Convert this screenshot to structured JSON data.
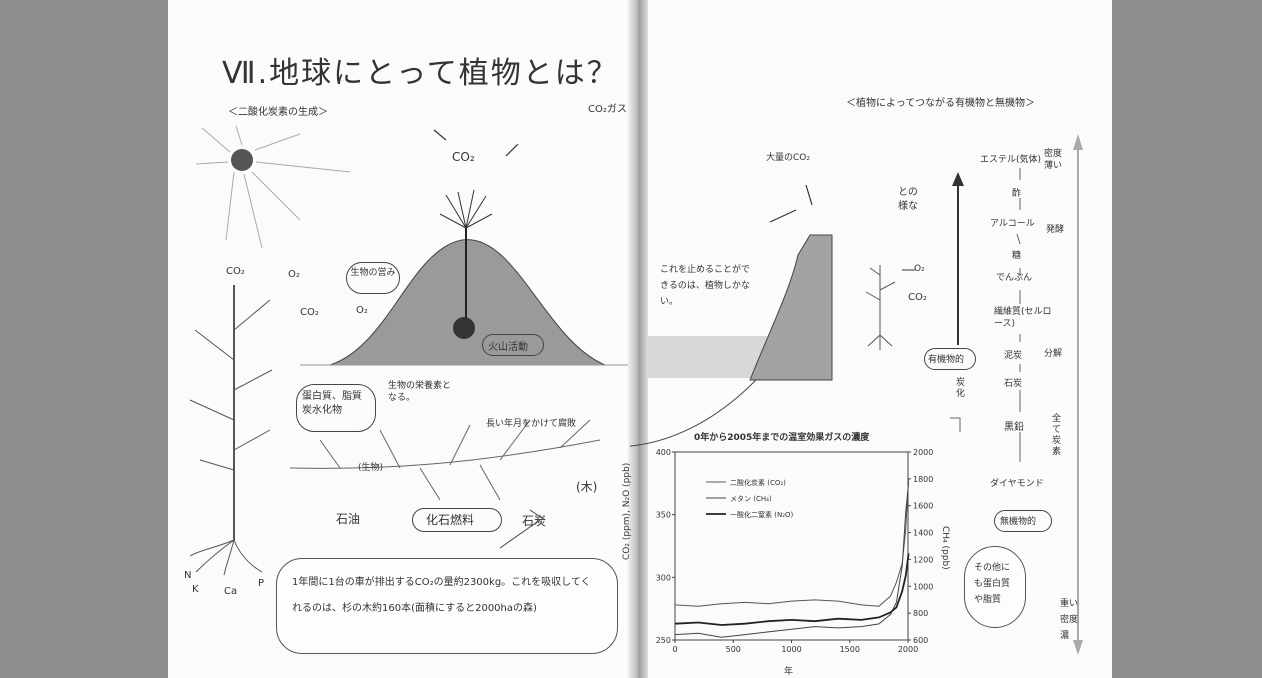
{
  "left_page": {
    "title": "Ⅶ.地球にとって植物とは？",
    "section_label": "＜二酸化炭素の生成＞",
    "co2_top": "CO₂",
    "tree_co2": "CO₂",
    "tree_o2": "O₂",
    "animal_co2": "CO₂",
    "animal_o2": "O₂",
    "organism_activity": "生物の営み",
    "volcano": "火山活動",
    "nutrients_box": "蛋白質、脂質炭水化物",
    "nutrients_caption": "生物の栄養素となる。",
    "decomp": "長い年月をかけて腐敗",
    "organisms": "(生物)",
    "wood": "(木)",
    "oil": "石油",
    "fossil_fuel": "化石燃料",
    "coal": "石炭",
    "minerals": [
      "N",
      "K",
      "Ca",
      "P"
    ],
    "car_note": "1年間に1台の車が排出するCO₂の量約2300kg。これを吸収してくれるのは、杉の木約160本(面積にすると2000haの森)"
  },
  "right_page": {
    "gas_label": "CO₂ガス",
    "heading": "＜植物によってつながる有機物と無機物＞",
    "factory_co2": "大量のCO₂",
    "stop_note": "これを止めることができるのは、植物しかない。",
    "plant_note": "との様な",
    "plant_o2": "O₂",
    "plant_co2": "CO₂",
    "chain": [
      "エステル(気体)",
      "酢",
      "アルコール",
      "糖",
      "でんぷん",
      "繊維質(セルロース)",
      "泥炭",
      "石炭",
      "黒鉛",
      "ダイヤモンド"
    ],
    "density_low": "密度 薄い",
    "density_high": "重い 密度 濃",
    "fermentation": "発酵",
    "decomposition": "分解",
    "all_carbon": "全て炭素",
    "organic": "有機物的",
    "carbonization": "炭化",
    "inorganic": "無機物的",
    "other_note": "その他にも蛋白質や脂質"
  },
  "chart_data": {
    "type": "line",
    "title": "0年から2005年までの温室効果ガスの濃度",
    "xlabel": "年",
    "ylabel_left": "CO₂ (ppm), N₂O (ppb)",
    "ylabel_right": "CH₄ (ppb)",
    "xlim": [
      0,
      2000
    ],
    "ylim_left": [
      250,
      400
    ],
    "ylim_right": [
      600,
      2000
    ],
    "x_ticks": [
      "0",
      "500",
      "1000",
      "1500",
      "2000"
    ],
    "y_ticks_left": [
      "250",
      "300",
      "350",
      "400"
    ],
    "y_ticks_right": [
      "600",
      "800",
      "1000",
      "1200",
      "1400",
      "1600",
      "1800",
      "2000"
    ],
    "legend": [
      {
        "name": "二酸化炭素 (CO₂)"
      },
      {
        "name": "メタン (CH₄)"
      },
      {
        "name": "一酸化二窒素 (N₂O)"
      }
    ],
    "series": [
      {
        "name": "二酸化炭素 (CO₂)",
        "x": [
          0,
          200,
          400,
          600,
          800,
          1000,
          1200,
          1400,
          1600,
          1750,
          1850,
          1900,
          1950,
          1980,
          2005
        ],
        "y": [
          278,
          277,
          279,
          280,
          279,
          281,
          282,
          281,
          278,
          277,
          285,
          296,
          311,
          338,
          379
        ]
      },
      {
        "name": "メタン (CH₄)",
        "x": [
          0,
          200,
          400,
          600,
          800,
          1000,
          1200,
          1400,
          1600,
          1750,
          1850,
          1900,
          1950,
          1980,
          2005
        ],
        "y": [
          640,
          650,
          620,
          640,
          660,
          680,
          700,
          690,
          700,
          720,
          790,
          880,
          1150,
          1550,
          1774
        ]
      },
      {
        "name": "一酸化二窒素 (N₂O)",
        "x": [
          0,
          200,
          400,
          600,
          800,
          1000,
          1200,
          1400,
          1600,
          1750,
          1850,
          1900,
          1950,
          1980,
          2005
        ],
        "y": [
          263,
          264,
          262,
          263,
          265,
          266,
          265,
          267,
          266,
          268,
          272,
          276,
          289,
          301,
          319
        ]
      }
    ]
  }
}
